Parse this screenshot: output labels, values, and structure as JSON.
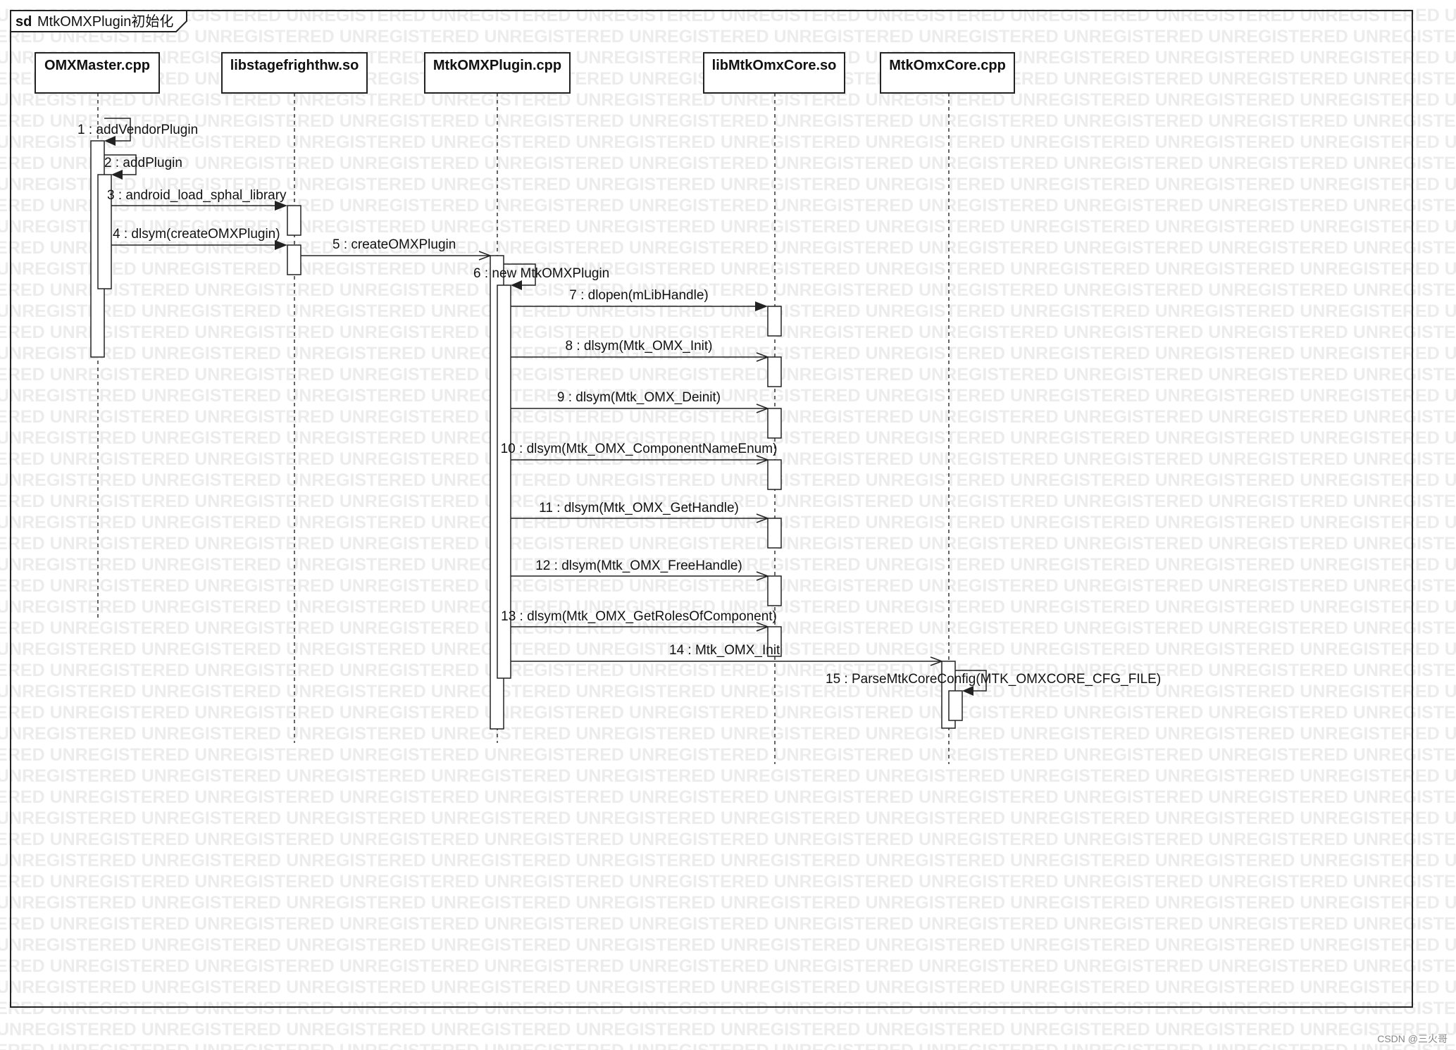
{
  "frame": {
    "keyword": "sd",
    "title": "MtkOMXPlugin初始化"
  },
  "watermark": "UNREGISTERED",
  "credit": "CSDN @三火哥",
  "lifelines": [
    {
      "id": "omxmaster",
      "title": "OMXMaster.cpp"
    },
    {
      "id": "libstagefrighthw",
      "title": "libstagefrighthw.so"
    },
    {
      "id": "mtkomxplugin",
      "title": "MtkOMXPlugin.cpp"
    },
    {
      "id": "libmtkomxcore",
      "title": "libMtkOmxCore.so"
    },
    {
      "id": "mtkomxcore",
      "title": "MtkOmxCore.cpp"
    }
  ],
  "messages": [
    {
      "label": "1 : addVendorPlugin",
      "from": "omxmaster",
      "to": "omxmaster",
      "kind": "self"
    },
    {
      "label": "2 : addPlugin",
      "from": "omxmaster",
      "to": "omxmaster",
      "kind": "self"
    },
    {
      "label": "3 : android_load_sphal_library",
      "from": "omxmaster",
      "to": "libstagefrighthw",
      "kind": "sync"
    },
    {
      "label": "4 : dlsym(createOMXPlugin)",
      "from": "omxmaster",
      "to": "libstagefrighthw",
      "kind": "sync"
    },
    {
      "label": "5 : createOMXPlugin",
      "from": "libstagefrighthw",
      "to": "mtkomxplugin",
      "kind": "async"
    },
    {
      "label": "6 : new  MtkOMXPlugin",
      "from": "mtkomxplugin",
      "to": "mtkomxplugin",
      "kind": "self"
    },
    {
      "label": "7 : dlopen(mLibHandle)",
      "from": "mtkomxplugin",
      "to": "libmtkomxcore",
      "kind": "sync"
    },
    {
      "label": "8 : dlsym(Mtk_OMX_Init)",
      "from": "mtkomxplugin",
      "to": "libmtkomxcore",
      "kind": "async"
    },
    {
      "label": "9 : dlsym(Mtk_OMX_Deinit)",
      "from": "mtkomxplugin",
      "to": "libmtkomxcore",
      "kind": "async"
    },
    {
      "label": "10 : dlsym(Mtk_OMX_ComponentNameEnum)",
      "from": "mtkomxplugin",
      "to": "libmtkomxcore",
      "kind": "async"
    },
    {
      "label": "11 : dlsym(Mtk_OMX_GetHandle)",
      "from": "mtkomxplugin",
      "to": "libmtkomxcore",
      "kind": "async"
    },
    {
      "label": "12 : dlsym(Mtk_OMX_FreeHandle)",
      "from": "mtkomxplugin",
      "to": "libmtkomxcore",
      "kind": "async"
    },
    {
      "label": "13 : dlsym(Mtk_OMX_GetRolesOfComponent)",
      "from": "mtkomxplugin",
      "to": "libmtkomxcore",
      "kind": "async"
    },
    {
      "label": "14 : Mtk_OMX_Init",
      "from": "mtkomxplugin",
      "to": "mtkomxcore",
      "kind": "async"
    },
    {
      "label": "15 : ParseMtkCoreConfig(MTK_OMXCORE_CFG_FILE)",
      "from": "mtkomxcore",
      "to": "mtkomxcore",
      "kind": "self"
    }
  ]
}
